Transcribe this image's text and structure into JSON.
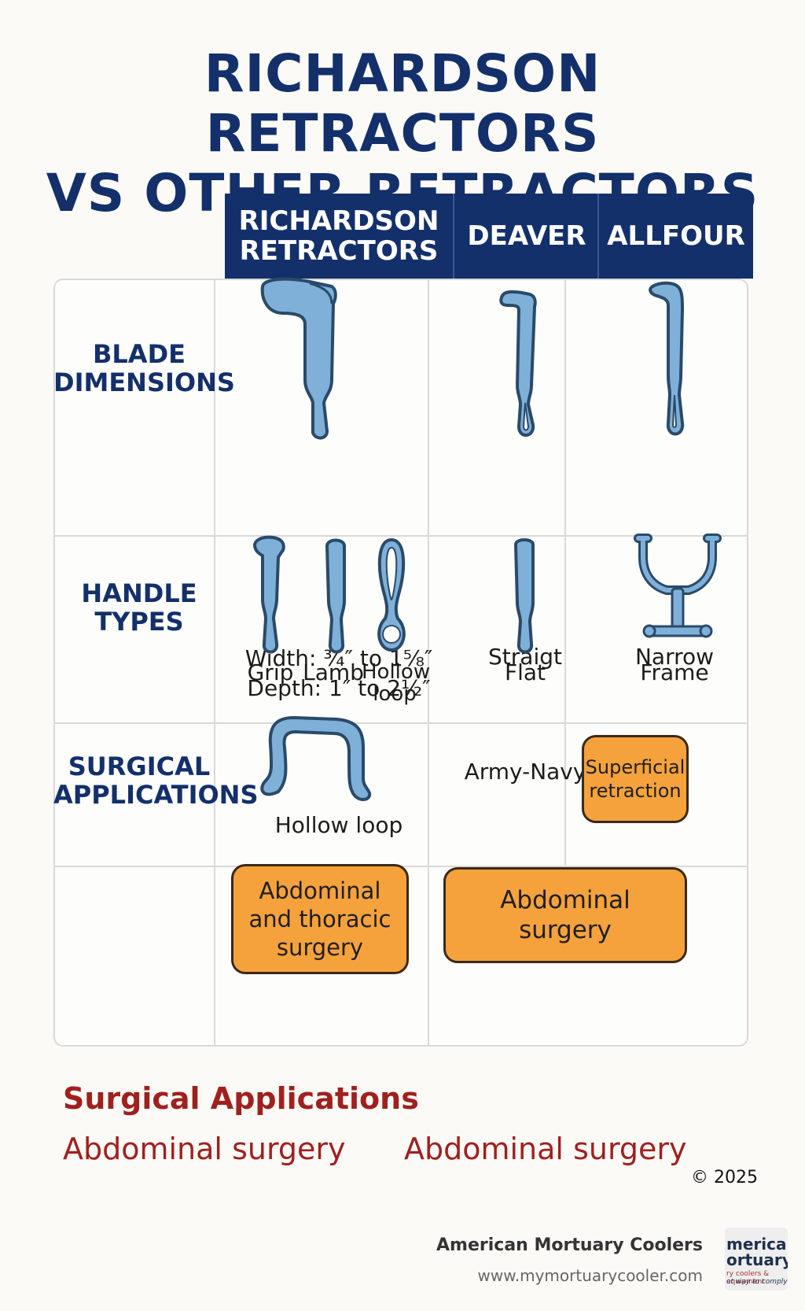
{
  "title": {
    "line1": "RICHARDSON RETRACTORS",
    "line2": "VS OTHER RETRACTORS"
  },
  "columns": {
    "richardson_line1": "RICHARDSON",
    "richardson_line2": "RETRACTORS",
    "deaver": "DEAVER",
    "allfour": "ALLFOUR"
  },
  "rows": {
    "blade": {
      "label_line1": "BLADE",
      "label_line2": "DIMENSIONS",
      "richardson_line1": "Width: ¾″ to 1⅝″",
      "richardson_line2": "Depth: 1″ to 2½″",
      "deaver": "Straigt",
      "allfour": "Narrow"
    },
    "handle": {
      "label_line1": "HANDLE",
      "label_line2": "TYPES",
      "richardson_grip": "Grip",
      "richardson_lamb": "Lamb",
      "richardson_hollow_line1": "Hollow",
      "richardson_hollow_line2": "loop",
      "deaver": "Flat",
      "allfour": "Frame"
    },
    "applications": {
      "label_line1": "SURGICAL",
      "label_line2": "APPLICATIONS",
      "richardson": "Hollow loop",
      "deaver": "Army-Navy",
      "allfour_line1": "Superficial",
      "allfour_line2": "retraction"
    },
    "surgery": {
      "richardson_line1": "Abdominal",
      "richardson_line2": "and thoracic",
      "richardson_line3": "surgery",
      "other_line1": "Abdominal",
      "other_line2": "surgery"
    }
  },
  "surgical_section": {
    "title": "Surgical Applications",
    "left": "Abdominal surgery",
    "right": "Abdominal surgery"
  },
  "footer": {
    "copyright": "© 2025",
    "company": "American Mortuary Coolers",
    "url": "www.mymortuarycooler.com",
    "logo_line1": "merican",
    "logo_line2": "ortuary",
    "logo_line3": "ry coolers & equipment",
    "logo_line4": "ot way to comply"
  },
  "colors": {
    "navy": "#13306b",
    "orange": "#f6a23c",
    "red": "#a0201e",
    "tool_blue": "#7fb0d8",
    "tool_outline": "#2a4a6a"
  },
  "icons": [
    "richardson-blade-icon",
    "deaver-blade-icon",
    "allfour-blade-icon",
    "grip-handle-icon",
    "lamb-handle-icon",
    "hollow-loop-handle-icon",
    "flat-handle-icon",
    "frame-handle-icon",
    "hollow-loop-retractor-icon"
  ]
}
